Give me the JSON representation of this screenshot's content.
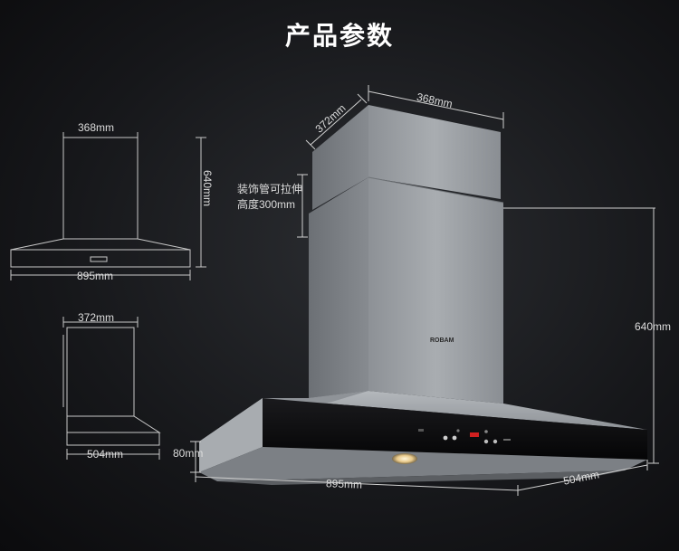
{
  "title": "产品参数",
  "brand_logo": "ROBAM",
  "front_view": {
    "width_top": "368mm",
    "height": "640mm",
    "width_bottom": "895mm"
  },
  "side_view": {
    "depth_top": "372mm",
    "depth_bottom": "504mm"
  },
  "main_view": {
    "chimney_width": "368mm",
    "chimney_depth": "372mm",
    "extension_note_line1": "装饰管可拉伸",
    "extension_note_line2": "高度300mm",
    "total_height": "640mm",
    "hood_height": "80mm",
    "hood_width": "895mm",
    "hood_depth": "504mm"
  },
  "colors": {
    "background": "#16171a",
    "steel": "#9ea2a6",
    "glass": "#0c0c0e"
  }
}
